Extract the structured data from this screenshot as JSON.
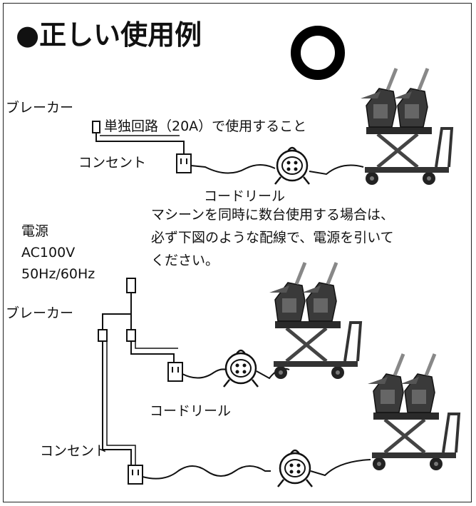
{
  "title": "●正しい使用例",
  "mark": "correct-circle",
  "upper": {
    "breaker_label": "ブレーカー",
    "circuit_label": "単独回路（20A）で使用すること",
    "outlet_label": "コンセント",
    "reel_label": "コードリール"
  },
  "note": {
    "line1": "マシーンを同時に数台使用する場合は、",
    "line2": "必ず下図のような配線で、電源を引いて",
    "line3": "ください。"
  },
  "lower": {
    "power_line1": "電源",
    "power_line2": "AC100V",
    "power_line3": "50Hz/60Hz",
    "breaker_label": "ブレーカー",
    "reel_label": "コードリール",
    "outlet_label": "コンセント"
  }
}
